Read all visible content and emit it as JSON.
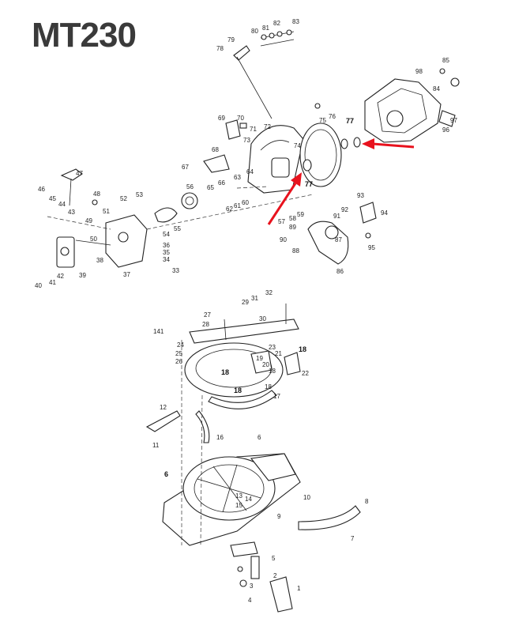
{
  "title": "MT230",
  "accent_color": "#e8121d",
  "callout_labels": [
    {
      "text": "1"
    },
    {
      "text": "2"
    },
    {
      "text": "3"
    },
    {
      "text": "4"
    },
    {
      "text": "5"
    },
    {
      "text": "6"
    },
    {
      "text": "6"
    },
    {
      "text": "7"
    },
    {
      "text": "8"
    },
    {
      "text": "9"
    },
    {
      "text": "10"
    },
    {
      "text": "11"
    },
    {
      "text": "12"
    },
    {
      "text": "13"
    },
    {
      "text": "14"
    },
    {
      "text": "15"
    },
    {
      "text": "16"
    },
    {
      "text": "17"
    },
    {
      "text": "18"
    },
    {
      "text": "18"
    },
    {
      "text": "18"
    },
    {
      "text": "18"
    },
    {
      "text": "18"
    },
    {
      "text": "19"
    },
    {
      "text": "20"
    },
    {
      "text": "21"
    },
    {
      "text": "22"
    },
    {
      "text": "23"
    },
    {
      "text": "24"
    },
    {
      "text": "25"
    },
    {
      "text": "26"
    },
    {
      "text": "27"
    },
    {
      "text": "28"
    },
    {
      "text": "29"
    },
    {
      "text": "30"
    },
    {
      "text": "31"
    },
    {
      "text": "32"
    },
    {
      "text": "33"
    },
    {
      "text": "34"
    },
    {
      "text": "35"
    },
    {
      "text": "36"
    },
    {
      "text": "37"
    },
    {
      "text": "38"
    },
    {
      "text": "39"
    },
    {
      "text": "40"
    },
    {
      "text": "41"
    },
    {
      "text": "42"
    },
    {
      "text": "43"
    },
    {
      "text": "44"
    },
    {
      "text": "45"
    },
    {
      "text": "46"
    },
    {
      "text": "47"
    },
    {
      "text": "48"
    },
    {
      "text": "49"
    },
    {
      "text": "50"
    },
    {
      "text": "51"
    },
    {
      "text": "52"
    },
    {
      "text": "53"
    },
    {
      "text": "54"
    },
    {
      "text": "55"
    },
    {
      "text": "56"
    },
    {
      "text": "57"
    },
    {
      "text": "58"
    },
    {
      "text": "59"
    },
    {
      "text": "60"
    },
    {
      "text": "61"
    },
    {
      "text": "62"
    },
    {
      "text": "63"
    },
    {
      "text": "64"
    },
    {
      "text": "65"
    },
    {
      "text": "66"
    },
    {
      "text": "67"
    },
    {
      "text": "68"
    },
    {
      "text": "69"
    },
    {
      "text": "70"
    },
    {
      "text": "71"
    },
    {
      "text": "72"
    },
    {
      "text": "73"
    },
    {
      "text": "74"
    },
    {
      "text": "75"
    },
    {
      "text": "76"
    },
    {
      "text": "77"
    },
    {
      "text": "77"
    },
    {
      "text": "78"
    },
    {
      "text": "79"
    },
    {
      "text": "80"
    },
    {
      "text": "81"
    },
    {
      "text": "82"
    },
    {
      "text": "83"
    },
    {
      "text": "84"
    },
    {
      "text": "85"
    },
    {
      "text": "86"
    },
    {
      "text": "87"
    },
    {
      "text": "88"
    },
    {
      "text": "89"
    },
    {
      "text": "90"
    },
    {
      "text": "91"
    },
    {
      "text": "92"
    },
    {
      "text": "93"
    },
    {
      "text": "94"
    },
    {
      "text": "95"
    },
    {
      "text": "96"
    },
    {
      "text": "97"
    },
    {
      "text": "98"
    },
    {
      "text": "141"
    }
  ]
}
